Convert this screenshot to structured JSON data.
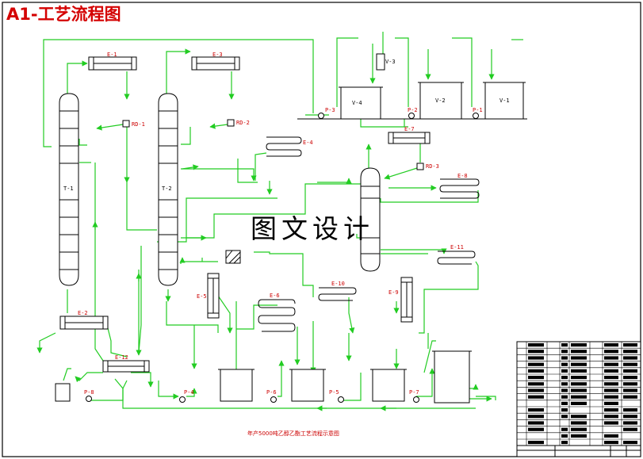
{
  "title": "A1-工艺流程图",
  "watermark": "图文设计",
  "caption": "年产5000吨乙醇乙酯工艺流程示意图",
  "colors": {
    "title": "#d40000",
    "flow": "#22cc22",
    "equipment": "#000000",
    "label": "#cc0000"
  },
  "equipment": {
    "T1": "T-1",
    "T2": "T-2",
    "E1": "E-1",
    "E2": "E-2",
    "E3": "E-3",
    "E4": "E-4",
    "E5": "E-5",
    "E6": "E-6",
    "E7": "E-7",
    "E8": "E-8",
    "E9": "E-9",
    "E10": "E-10",
    "E11": "E-11",
    "E12": "E-12",
    "RD1": "RD-1",
    "RD2": "RD-2",
    "RD3": "RD-3",
    "V1": "V-1",
    "V2": "V-2",
    "V3": "V-3",
    "V4": "V-4",
    "P1": "P-1",
    "P2": "P-2",
    "P3": "P-3",
    "P4": "P-4",
    "P5": "P-5",
    "P6": "P-6",
    "P7": "P-7",
    "P8": "P-8"
  }
}
